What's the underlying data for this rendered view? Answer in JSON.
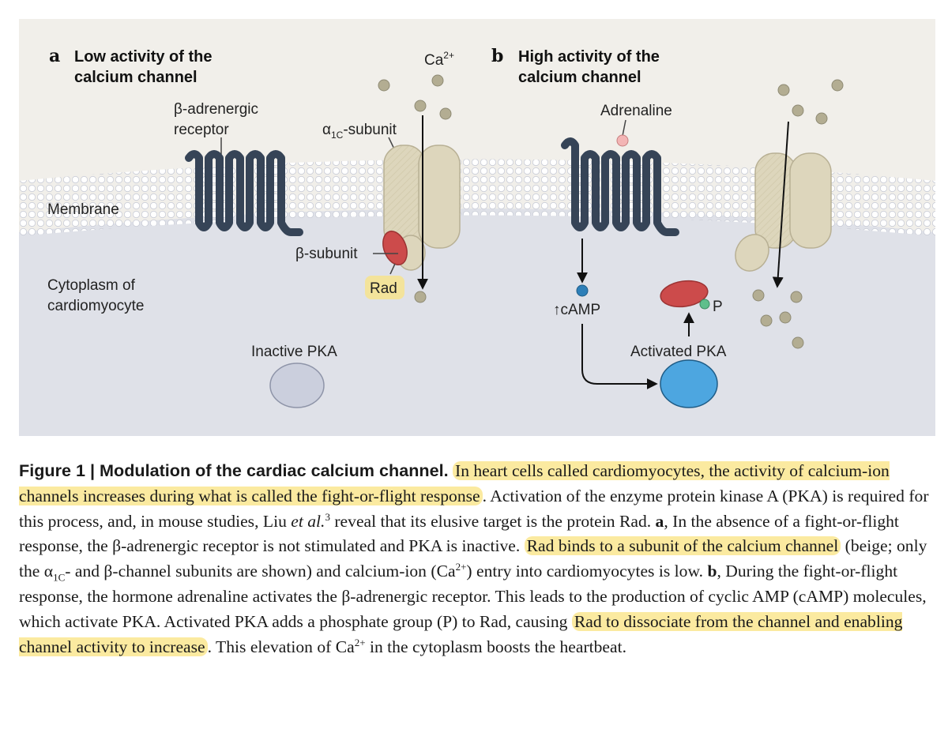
{
  "figure": {
    "panel_a": {
      "letter": "a",
      "title_line1": "Low activity of the",
      "title_line2": "calcium channel"
    },
    "panel_b": {
      "letter": "b",
      "title_line1": "High activity of the",
      "title_line2": "calcium channel"
    },
    "labels": {
      "ca": "Ca",
      "ca_charge": "2+",
      "beta_receptor_line1": "β-adrenergic",
      "beta_receptor_line2": "receptor",
      "alpha_prefix": "α",
      "alpha_sub": "1C",
      "alpha_suffix": "-subunit",
      "membrane": "Membrane",
      "beta_subunit": "β-subunit",
      "rad": "Rad",
      "cytoplasm_line1": "Cytoplasm of",
      "cytoplasm_line2": "cardiomyocyte",
      "inactive_pka": "Inactive PKA",
      "adrenaline": "Adrenaline",
      "camp": "↑cAMP",
      "phosphate": "P",
      "activated_pka": "Activated PKA"
    },
    "colors": {
      "background": "#f1efea",
      "membrane_bead": "#ffffff",
      "cytoplasm": "#dfe1e8",
      "receptor": "#364457",
      "channel": "#ddd6bc",
      "rad": "#cc4b4b",
      "rad_highlight": "#f3e39b",
      "inactive_pka": "#cbcfdd",
      "activated_pka": "#4da6e0",
      "ion": "#b3ad92",
      "adrenaline": "#f3b5b5",
      "camp": "#2d7fb8",
      "phosphate": "#5fbf8c"
    }
  },
  "caption": {
    "fig_label": "Figure 1 | Modulation of the cardiac calcium channel.",
    "hl1": "In heart cells called cardiomyocytes, the activity of calcium-ion channels increases during what is called the fight-or-flight response",
    "t1": ". Activation of the enzyme protein kinase A (PKA) is required for this process, and, in mouse studies, Liu ",
    "etal": "et al.",
    "ref": "3",
    "t2": " reveal that its elusive target is the protein Rad. ",
    "a": "a",
    "t3": ", In the absence of a fight-or-flight response, the β-adrenergic receptor is not stimulated and PKA is inactive. ",
    "hl2": "Rad binds to a subunit of the calcium channel",
    "t4": " (beige; only the α",
    "alpha_sub": "1C",
    "t5": "- and β-channel subunits are shown) and calcium-ion (Ca",
    "ca_sup": "2+",
    "t6": ") entry into cardiomyocytes is low. ",
    "b": "b",
    "t7": ", During the fight-or-flight response, the hormone adrenaline activates the β-adrenergic receptor. This leads to the production of cyclic AMP (cAMP) molecules, which activate PKA. Activated PKA adds a phosphate group (P) to Rad, causing ",
    "hl3": "Rad to dissociate from the channel and enabling channel activity to increase",
    "t8": ". This elevation of Ca",
    "ca_sup2": "2+",
    "t9": " in the cytoplasm boosts the  heartbeat."
  }
}
